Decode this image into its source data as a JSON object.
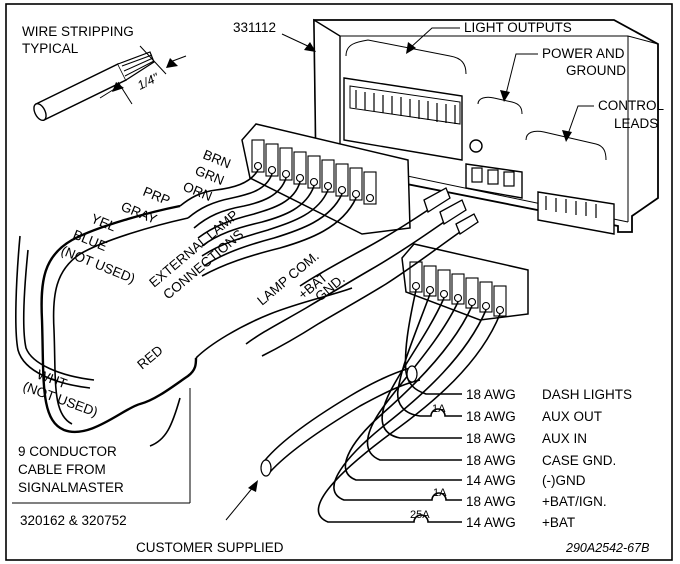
{
  "labels": {
    "wire_stripping_1": "WIRE STRIPPING",
    "wire_stripping_2": "TYPICAL",
    "strip_length": "1/4\"",
    "part_number": "331112",
    "light_outputs": "LIGHT OUTPUTS",
    "power_ground_1": "POWER AND",
    "power_ground_2": "GROUND",
    "control_leads_1": "CONTROL",
    "control_leads_2": "LEADS",
    "ext_lamp_1": "EXTERNAL LAMP",
    "ext_lamp_2": "CONNECTIONS",
    "lamp_com": "LAMP COM.",
    "bat": "+BAT",
    "gnd": "GND.",
    "red": "RED",
    "wht": "WHT",
    "wht_not_used": "(NOT USED)",
    "cable_1": "9 CONDUCTOR",
    "cable_2": "CABLE FROM",
    "cable_3": "SIGNALMASTER",
    "cable_parts": "320162 & 320752",
    "customer_supplied": "CUSTOMER SUPPLIED",
    "drawing_number": "290A2542-67B"
  },
  "wire_colors": [
    "BRN",
    "GRN",
    "ORN",
    "PRP",
    "GRAY",
    "YEL",
    "BLUE",
    "(NOT USED)"
  ],
  "fuses": {
    "aux_out": "1A",
    "bat_ign": "1A",
    "bat": "25A"
  },
  "connections": [
    {
      "gauge": "18 AWG",
      "function": "DASH LIGHTS"
    },
    {
      "gauge": "18 AWG",
      "function": "AUX OUT"
    },
    {
      "gauge": "18 AWG",
      "function": "AUX IN"
    },
    {
      "gauge": "18 AWG",
      "function": "CASE GND."
    },
    {
      "gauge": "14 AWG",
      "function": "(-)GND"
    },
    {
      "gauge": "18 AWG",
      "function": "+BAT/IGN."
    },
    {
      "gauge": "14 AWG",
      "function": "+BAT"
    }
  ]
}
